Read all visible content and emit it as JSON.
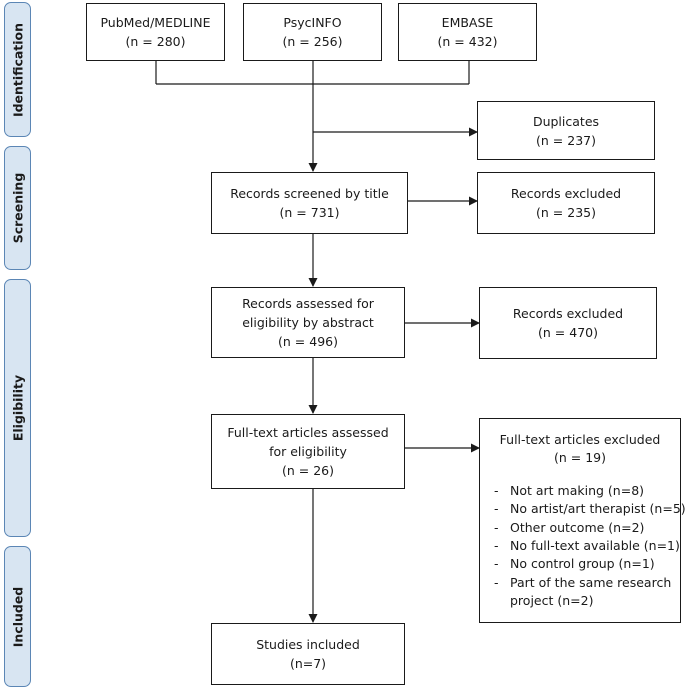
{
  "stages": [
    {
      "id": "identification",
      "label": "Identification"
    },
    {
      "id": "screening",
      "label": "Screening"
    },
    {
      "id": "eligibility",
      "label": "Eligibility"
    },
    {
      "id": "included",
      "label": "Included"
    }
  ],
  "sources": [
    {
      "name": "PubMed/MEDLINE",
      "count": "(n = 280)"
    },
    {
      "name": "PsycINFO",
      "count": "(n = 256)"
    },
    {
      "name": "EMBASE",
      "count": "(n = 432)"
    }
  ],
  "duplicates": {
    "title": "Duplicates",
    "count": "(n = 237)"
  },
  "screened": {
    "title": "Records screened by title",
    "count": "(n = 731)"
  },
  "screen_excluded": {
    "title": "Records excluded",
    "count": "(n = 235)"
  },
  "abstract": {
    "line1": "Records assessed for",
    "line2": "eligibility by abstract",
    "count": "(n = 496)"
  },
  "abstract_excluded": {
    "title": "Records excluded",
    "count": "(n = 470)"
  },
  "fulltext": {
    "line1": "Full-text articles assessed",
    "line2": "for eligibility",
    "count": "(n = 26)"
  },
  "fulltext_excluded": {
    "title": "Full-text articles excluded",
    "count": "(n = 19)",
    "reasons": [
      "Not art making (n=8)",
      "No artist/art therapist (n=5)",
      "Other outcome (n=2)",
      "No full-text available (n=1)",
      "No control group (n=1)",
      "Part of the same research"
    ],
    "reason_continuation": "project (n=2)",
    "bullet": "-"
  },
  "included": {
    "title": "Studies included",
    "count": "(n=7)"
  },
  "colors": {
    "stage_fill": "#d8e5f2",
    "stage_border": "#5b86b5",
    "line": "#1a1a1a"
  }
}
